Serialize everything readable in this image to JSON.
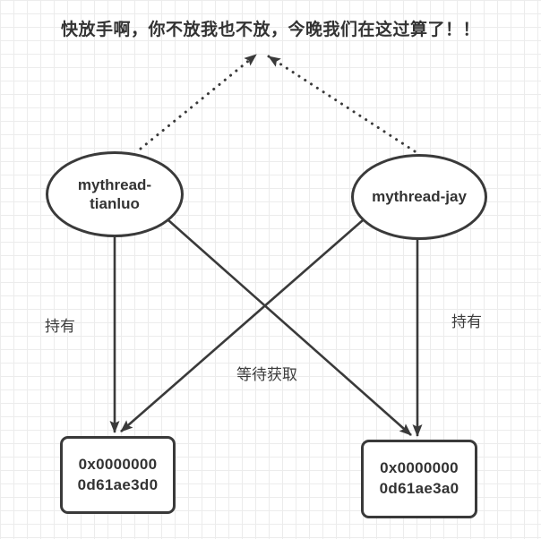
{
  "title": "快放手啊，你不放我也不放，今晚我们在这过算了！！",
  "colors": {
    "stroke": "#3a3a3a",
    "text": "#333333",
    "grid": "#ececec",
    "background": "#ffffff"
  },
  "diagram": {
    "threads": [
      {
        "id": "mythread-tianluo",
        "label_lines": [
          "mythread-",
          "tianluo"
        ]
      },
      {
        "id": "mythread-jay",
        "label": "mythread-jay"
      }
    ],
    "locks": [
      {
        "id": "lock-left",
        "address_lines": [
          "0x0000000",
          "0d61ae3d0"
        ]
      },
      {
        "id": "lock-right",
        "address_lines": [
          "0x0000000",
          "0d61ae3a0"
        ]
      }
    ],
    "edge_labels": {
      "holds_left": "持有",
      "holds_right": "持有",
      "waiting": "等待获取"
    }
  }
}
